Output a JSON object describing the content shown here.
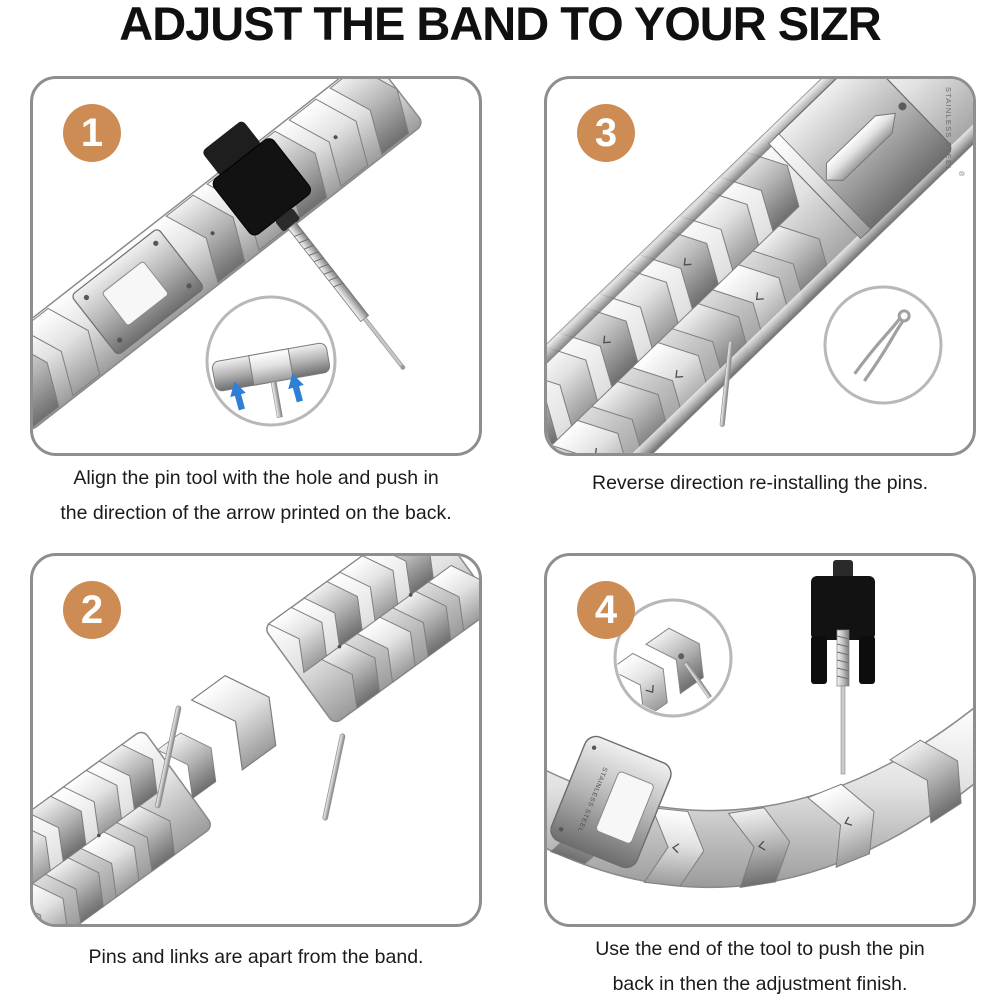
{
  "title": "ADJUST THE BAND TO YOUR SIZR",
  "colors": {
    "badge_bg": "#CE8C55",
    "panel_border": "#8E8E8E",
    "arrow_blue": "#2E7FD6",
    "caption_text": "#1B1B1B",
    "title_text": "#101010"
  },
  "band_stamp": "STAINLESS STEEL",
  "stamp_mark": "®",
  "steps": [
    {
      "number": "1",
      "lines": [
        "Align the pin tool with the hole and push in",
        "the direction of the arrow printed on the back."
      ]
    },
    {
      "number": "3",
      "lines": [
        "Reverse direction re-installing the pins.",
        ""
      ]
    },
    {
      "number": "2",
      "lines": [
        "Pins and links are apart from the band.",
        ""
      ]
    },
    {
      "number": "4",
      "lines": [
        "Use the end of the tool to push the pin",
        "back in then the adjustment finish."
      ]
    }
  ]
}
